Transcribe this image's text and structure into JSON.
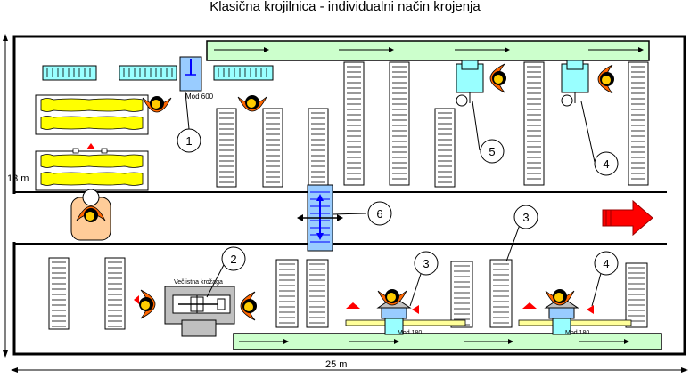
{
  "title": "Klasična krojilnica - individualni način krojenja",
  "dimensions": {
    "width_label": "25 m",
    "height_label": "13 m"
  },
  "machines": {
    "mod600": "Mod 600",
    "mod180": "Mod 180",
    "press_label": "Večlistna krožaga"
  },
  "callouts": [
    "1",
    "2",
    "3",
    "4",
    "5",
    "6",
    "3",
    "4"
  ],
  "colors": {
    "conveyor": "#ccffcc",
    "rack": "#99ffff",
    "fabric": "#ffff00",
    "arrow_red": "#ff0000",
    "worker": "#ff6600",
    "blue": "#0000ff",
    "machine_blue": "#99ccff"
  }
}
